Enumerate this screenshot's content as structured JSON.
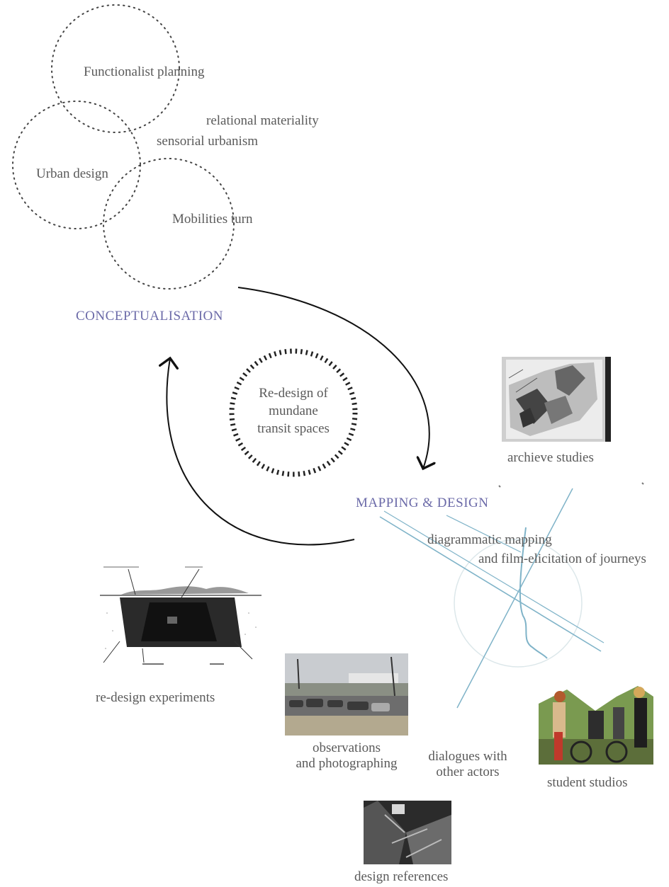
{
  "colors": {
    "phase": "#6b6aa8",
    "text": "#5a5a5a",
    "arrow": "#111111",
    "map_line": "#7fb3c8"
  },
  "circles": {
    "functionalist": "Functionalist planning",
    "urban_design": "Urban design",
    "mobilities": "Mobilities turn"
  },
  "concepts": {
    "relational": "relational materiality",
    "sensorial": "sensorial urbanism"
  },
  "phases": {
    "conceptualisation": "CONCEPTUALISATION",
    "mapping": "MAPPING & DESIGN"
  },
  "center_lines": [
    "Re-design of",
    "mundane",
    "transit spaces"
  ],
  "methods": {
    "archive": "archieve studies",
    "diagrammatic": "diagrammatic mapping",
    "film": "and film-elicitation of  journeys",
    "redesign": "re-design experiments",
    "observations_1": "observations",
    "observations_2": "and photographing",
    "dialogues_1": "dialogues with",
    "dialogues_2": "other actors",
    "student": "student studios",
    "design_refs": "design references"
  },
  "photos": [
    "archive-map-photo-icon",
    "tunnel-drawing-icon",
    "parking-lot-photo-icon",
    "students-bikes-photo-icon",
    "design-reference-photo-icon"
  ]
}
